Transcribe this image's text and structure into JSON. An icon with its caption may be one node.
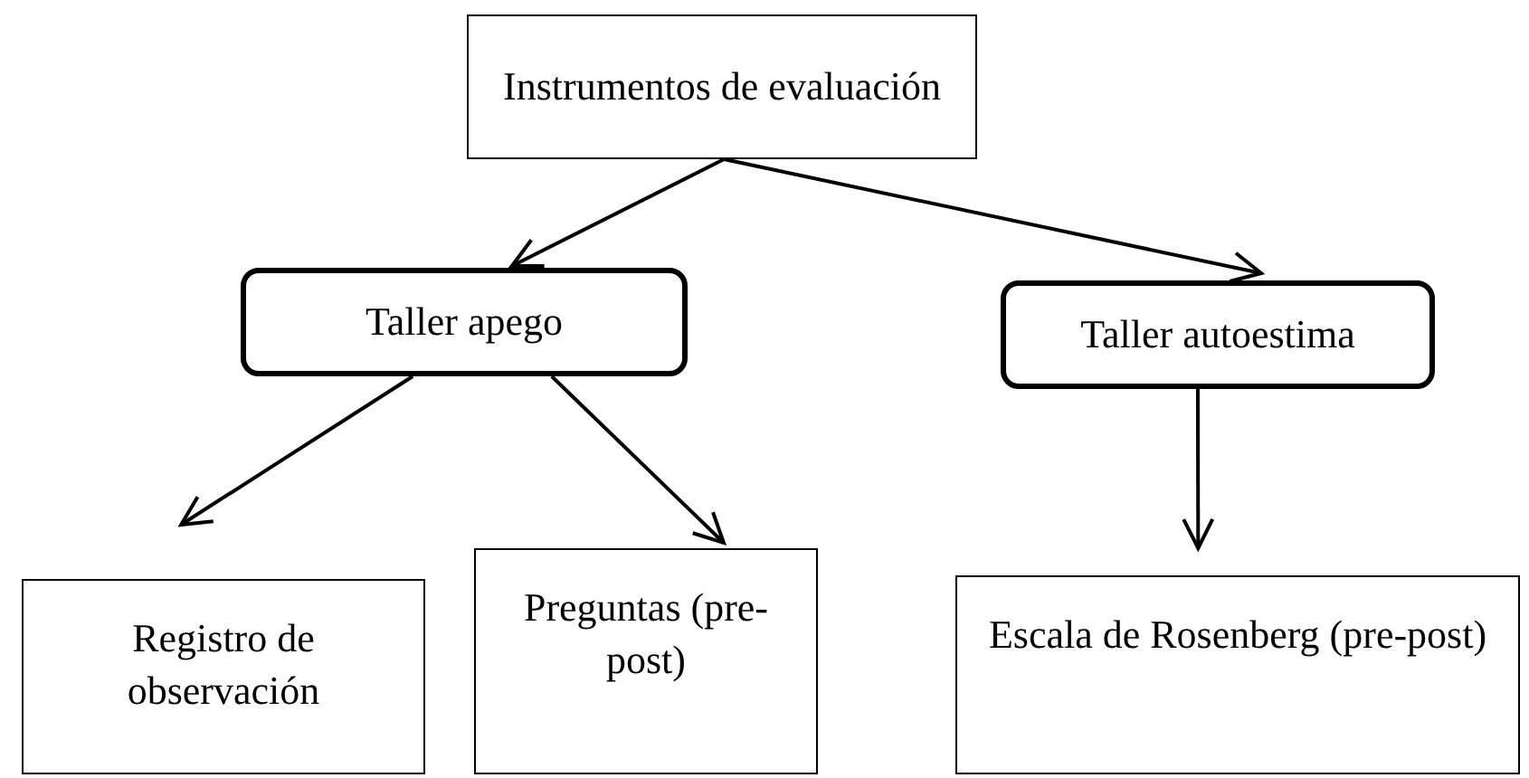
{
  "diagram": {
    "nodes": [
      {
        "text": [
          "Instrumentos de evaluación"
        ]
      },
      {
        "text": [
          "Taller apego"
        ]
      },
      {
        "text": [
          "Taller autoestima"
        ]
      },
      {
        "text": [
          "Registro de observación"
        ]
      },
      {
        "text": [
          "Preguntas (pre-post)"
        ]
      },
      {
        "text": [
          "Escala de Rosenberg (pre-post)"
        ]
      }
    ],
    "edges": [
      {
        "from": 0,
        "to": 1,
        "arrow": "to"
      },
      {
        "from": 0,
        "to": 2,
        "arrow": "to"
      },
      {
        "from": 1,
        "to": 3,
        "arrow": "to"
      },
      {
        "from": 1,
        "to": 4,
        "arrow": "to"
      },
      {
        "from": 2,
        "to": 5,
        "arrow": "to"
      }
    ]
  }
}
